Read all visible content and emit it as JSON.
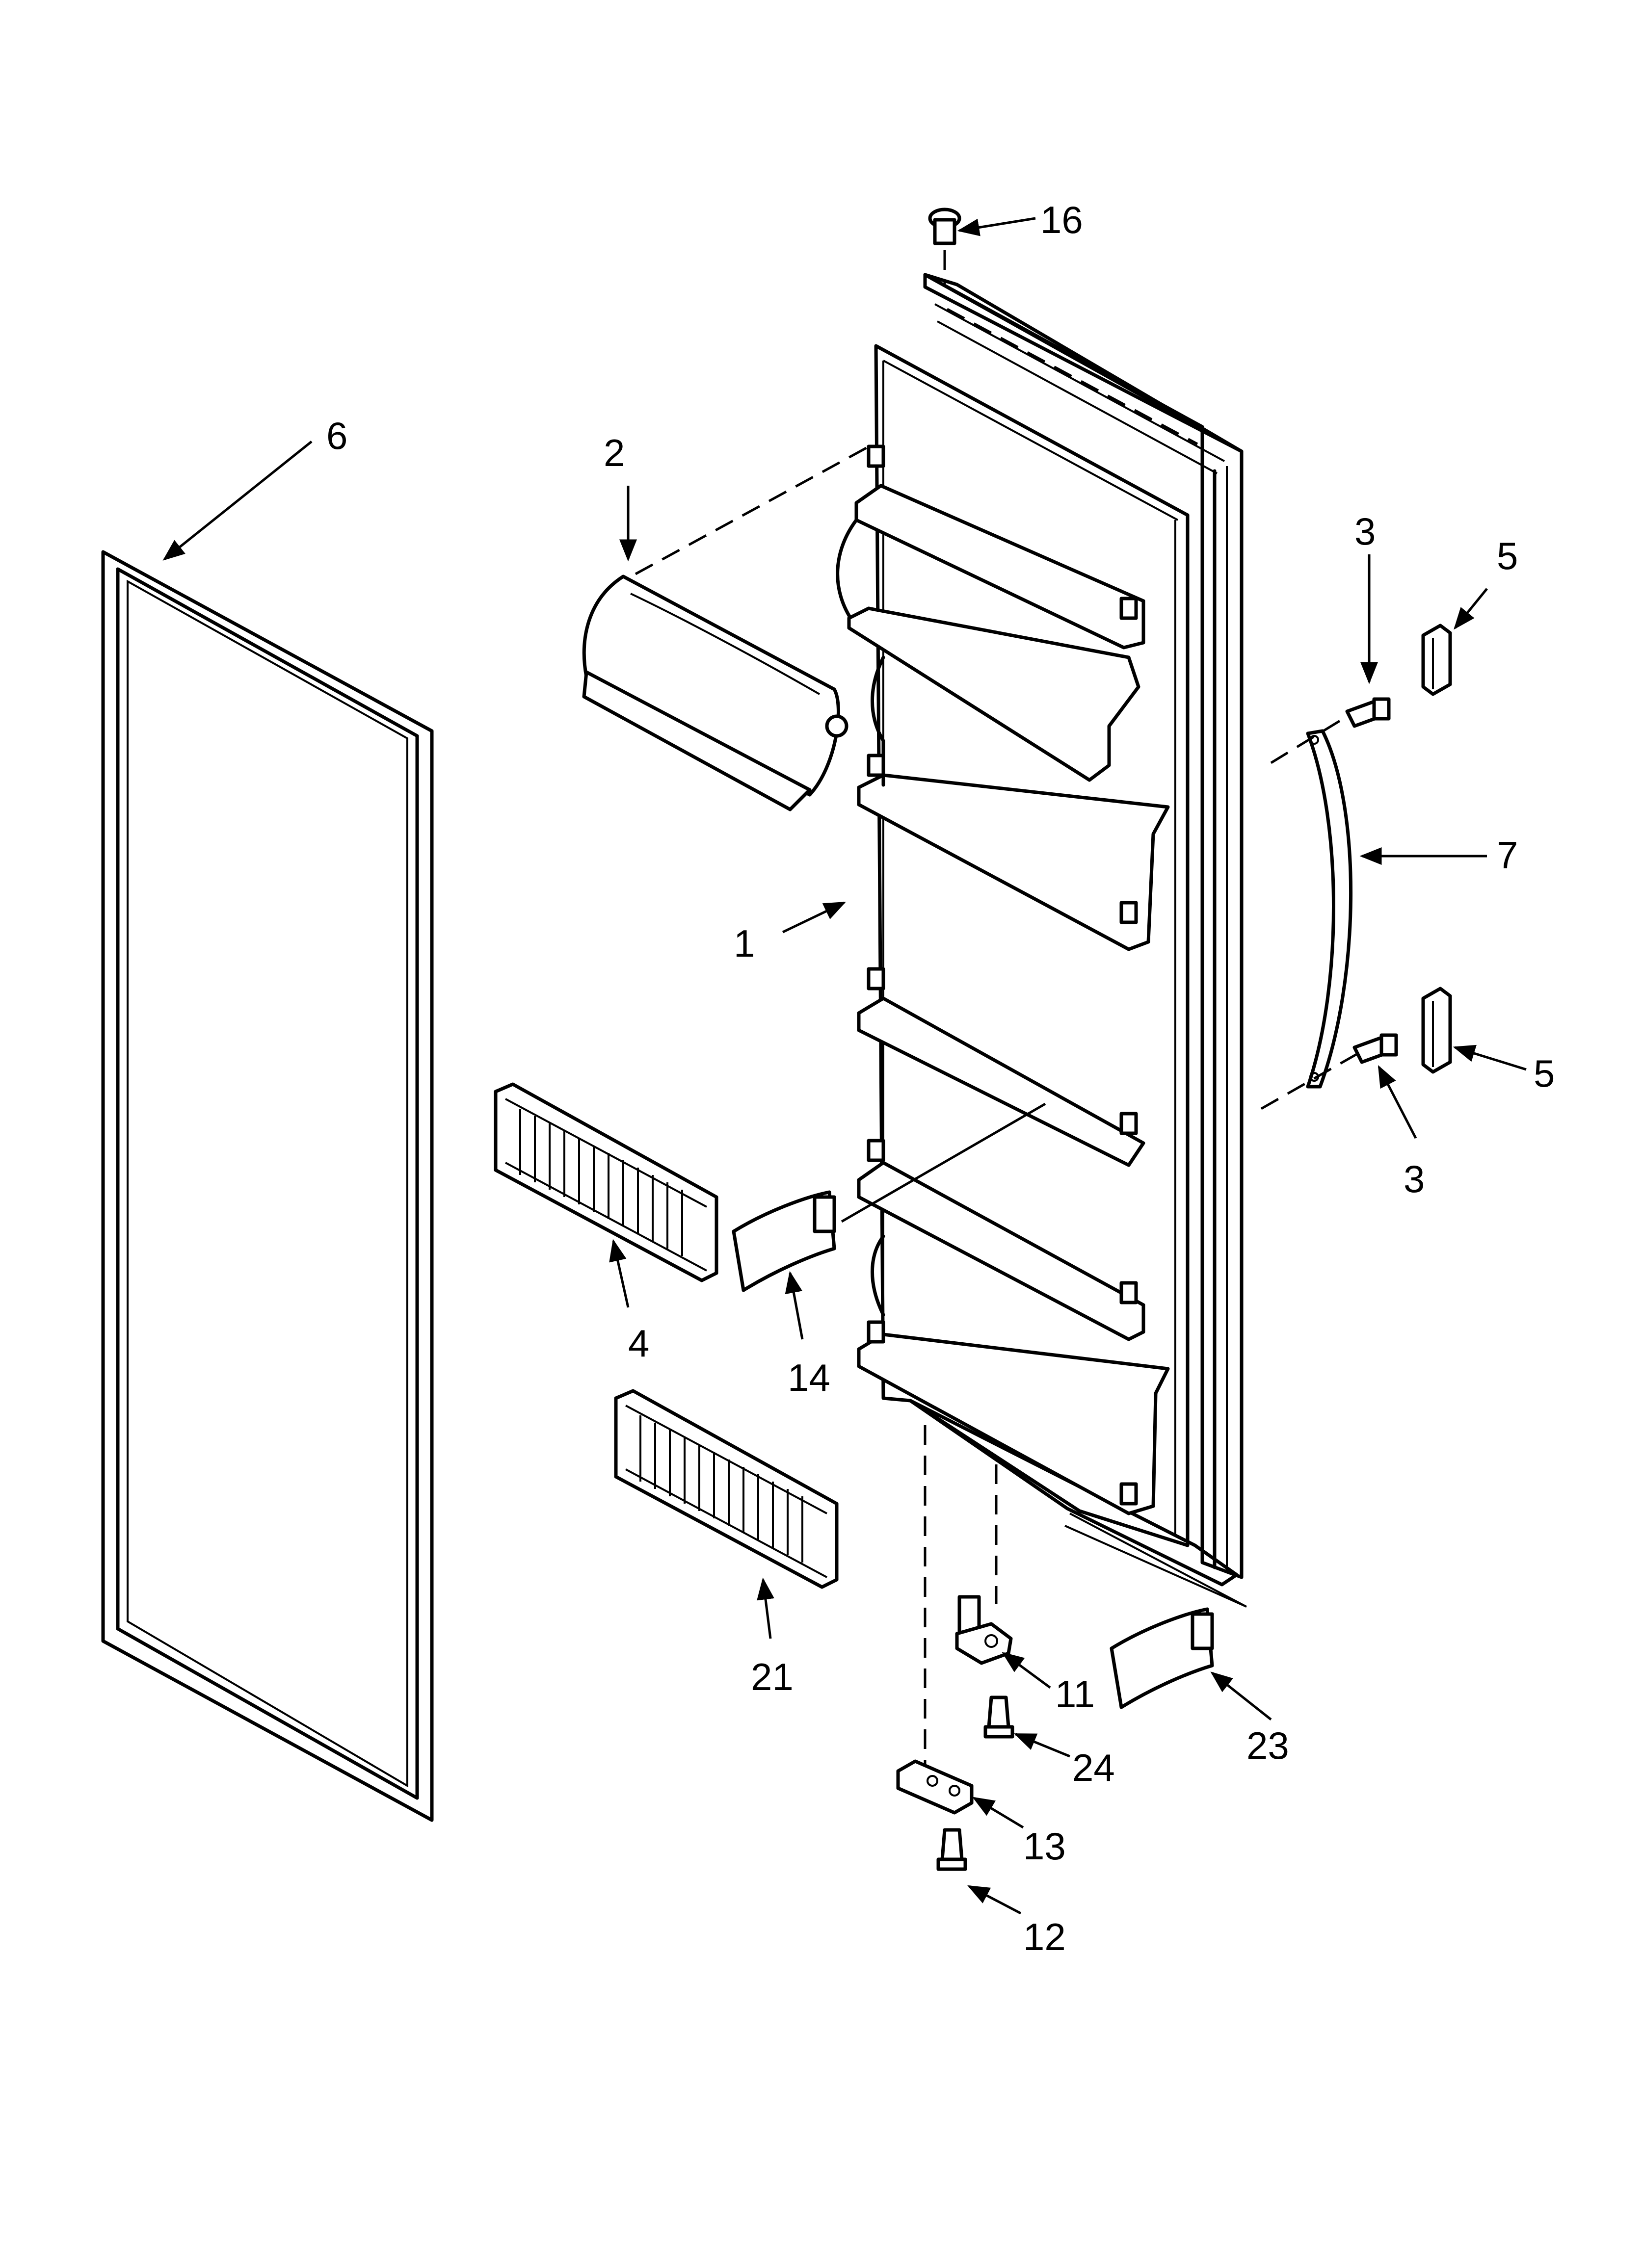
{
  "diagram": {
    "callouts": {
      "door": "1",
      "dairy_door": "2",
      "handle_screw_top": "3",
      "handle_screw_bottom": "3",
      "deep_shelf_trim": "4",
      "handle_cap_top": "5",
      "handle_cap_bottom": "5",
      "door_gasket": "6",
      "door_handle": "7",
      "hinge_bracket": "11",
      "hinge_screw": "12",
      "hinge_plate": "13",
      "shelf_end_cap": "14",
      "door_plug": "16",
      "lower_shelf_trim": "21",
      "lower_end_cap": "23",
      "bracket_screw": "24"
    }
  }
}
